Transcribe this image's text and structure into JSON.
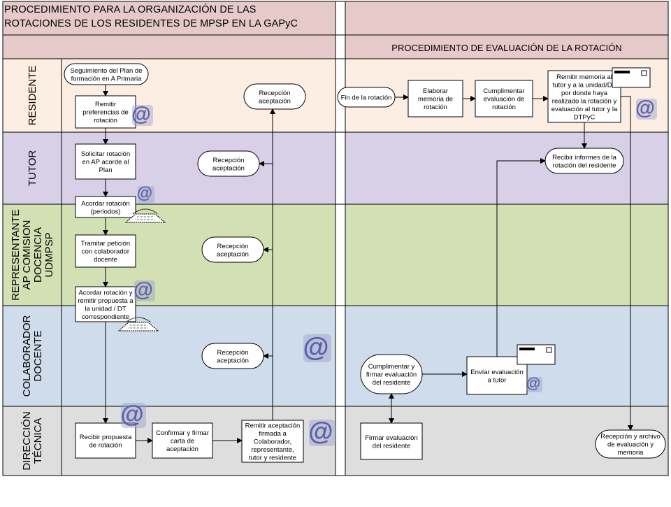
{
  "title": "PROCEDIMIENTO PARA LA ORGANIZACIÓN DE LAS\n ROTACIONES DE LOS RESIDENTES DE MPSP EN LA GAPyC",
  "section_title": "PROCEDIMIENTO DE EVALUACIÓN DE LA ROTACIÓN",
  "lanes": [
    {
      "id": "residente",
      "lines": [
        "RESIDENTE"
      ]
    },
    {
      "id": "tutor",
      "lines": [
        "TUTOR"
      ]
    },
    {
      "id": "representante",
      "lines": [
        "REPRESENTANTE",
        "AP COMISION",
        "DOCENCIA",
        "UDMPSP"
      ]
    },
    {
      "id": "colaborador",
      "lines": [
        "COLABORADOR",
        "DOCENTE"
      ]
    },
    {
      "id": "direccion",
      "lines": [
        "DIRECCIÓN",
        "TÉCNICA"
      ]
    }
  ],
  "nodes": {
    "seguimiento": [
      "Seguimiento del Plan de",
      "formación en A Primaria"
    ],
    "remitir_pref": [
      "Remitir",
      "preferencias de",
      "rotación"
    ],
    "solicitar": [
      "Solicitar rotación",
      "en AP acorde al",
      "Plan"
    ],
    "acordar_rot": [
      "Acordar rotación",
      "(periodos)"
    ],
    "tramitar": [
      "Tramitar petición",
      "con colaborador",
      "docente"
    ],
    "acordar_remitir": [
      "Acordar rotación y",
      "remitir propuesta a",
      "la unidad / DT",
      "correspondiente"
    ],
    "recibir_propuesta": [
      "Recibir propuesta",
      "de rotación"
    ],
    "confirmar": [
      "Confirmar y firmar",
      "carta de",
      "aceptación"
    ],
    "remitir_acept": [
      "Remitir aceptación",
      "firmada a",
      "Colaborador,",
      "representante,",
      "tutor y residente"
    ],
    "recep_res": [
      "Recepción",
      "aceptación"
    ],
    "recep_tutor": [
      "Recepción",
      "aceptación"
    ],
    "recep_rep": [
      "Recepción",
      "aceptación"
    ],
    "recep_col": [
      "Recepción",
      "aceptación"
    ],
    "fin_rotacion": [
      "Fin de la rotación"
    ],
    "elaborar": [
      "Elaborar",
      "memoria de",
      "rotación"
    ],
    "cumplimentar_eval": [
      "Cumplimentar",
      "evaluación de",
      "rotación"
    ],
    "remitir_memoria": [
      "Remitir memoria al",
      "tutor y a la unidad/DT",
      "por donde haya",
      "realizado la rotación y",
      "evaluación al tutor y la",
      "DTPyC"
    ],
    "recibir_informes": [
      "Recibir  informes de la",
      "rotación del residente"
    ],
    "cumplimentar_firmar": [
      "Cumplimentar y",
      "firmar evaluación",
      "del residente"
    ],
    "enviar_eval": [
      "Envíar evaluación",
      "a tutor"
    ],
    "firmar_eval": [
      "Firmar evaluación",
      "del residente"
    ],
    "recepcion_archivo": [
      "Recepción y archivo",
      "de evaluación y",
      "memoria"
    ]
  },
  "icons": {
    "email_glyph": "@"
  },
  "colors": {
    "header": "#e6c9c9",
    "residente": "#fdeee3",
    "tutor": "#d8d0e6",
    "representante": "#d3e0b4",
    "colaborador": "#cfdceb",
    "direccion": "#dedede",
    "at_fill": "#5a5fa8"
  }
}
